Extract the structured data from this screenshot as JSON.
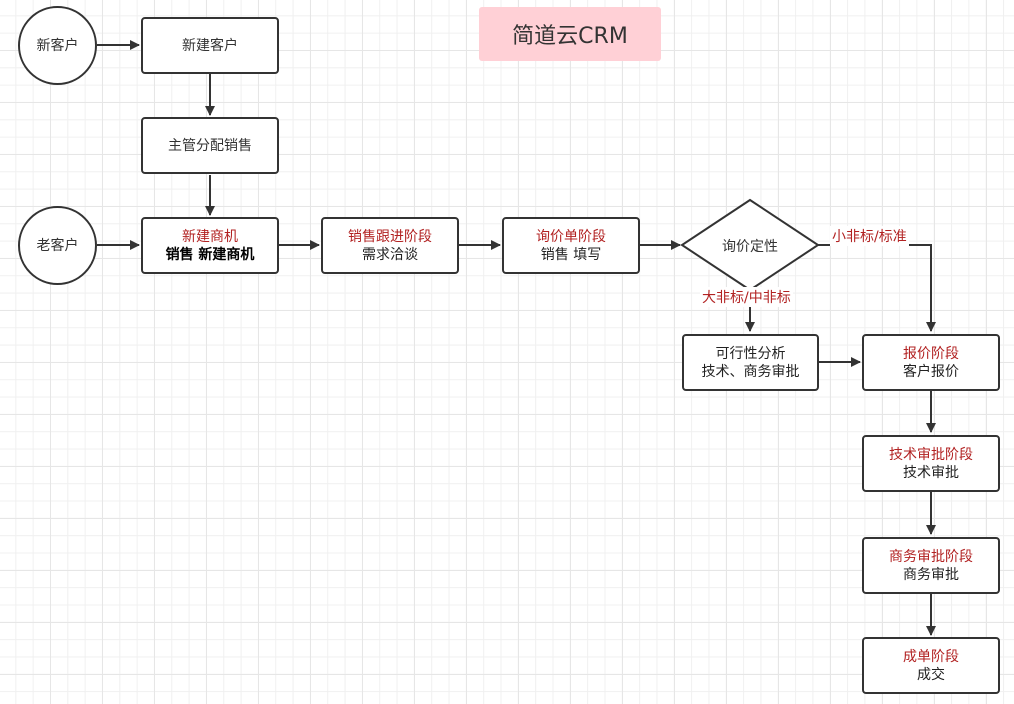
{
  "title": "简道云CRM",
  "colors": {
    "accent_red": "#b22222",
    "title_bg": "#ffd0d6",
    "stroke": "#333333"
  },
  "nodes": {
    "new_customer": {
      "label": "新客户"
    },
    "old_customer": {
      "label": "老客户"
    },
    "create_customer": {
      "label": "新建客户"
    },
    "assign_sales": {
      "label": "主管分配销售"
    },
    "new_opportunity": {
      "title": "新建商机",
      "sub": "销售 新建商机"
    },
    "sales_follow": {
      "title": "销售跟进阶段",
      "sub": "需求洽谈"
    },
    "inquiry": {
      "title": "询价单阶段",
      "sub": "销售 填写"
    },
    "decision": {
      "label": "询价定性"
    },
    "feasibility": {
      "title": "可行性分析",
      "sub": "技术、商务审批"
    },
    "quote": {
      "title": "报价阶段",
      "sub": "客户报价"
    },
    "tech_approval": {
      "title": "技术审批阶段",
      "sub": "技术审批"
    },
    "biz_approval": {
      "title": "商务审批阶段",
      "sub": "商务审批"
    },
    "deal": {
      "title": "成单阶段",
      "sub": "成交"
    }
  },
  "edge_labels": {
    "small_standard": "小非标/标准",
    "large_medium": "大非标/中非标"
  }
}
